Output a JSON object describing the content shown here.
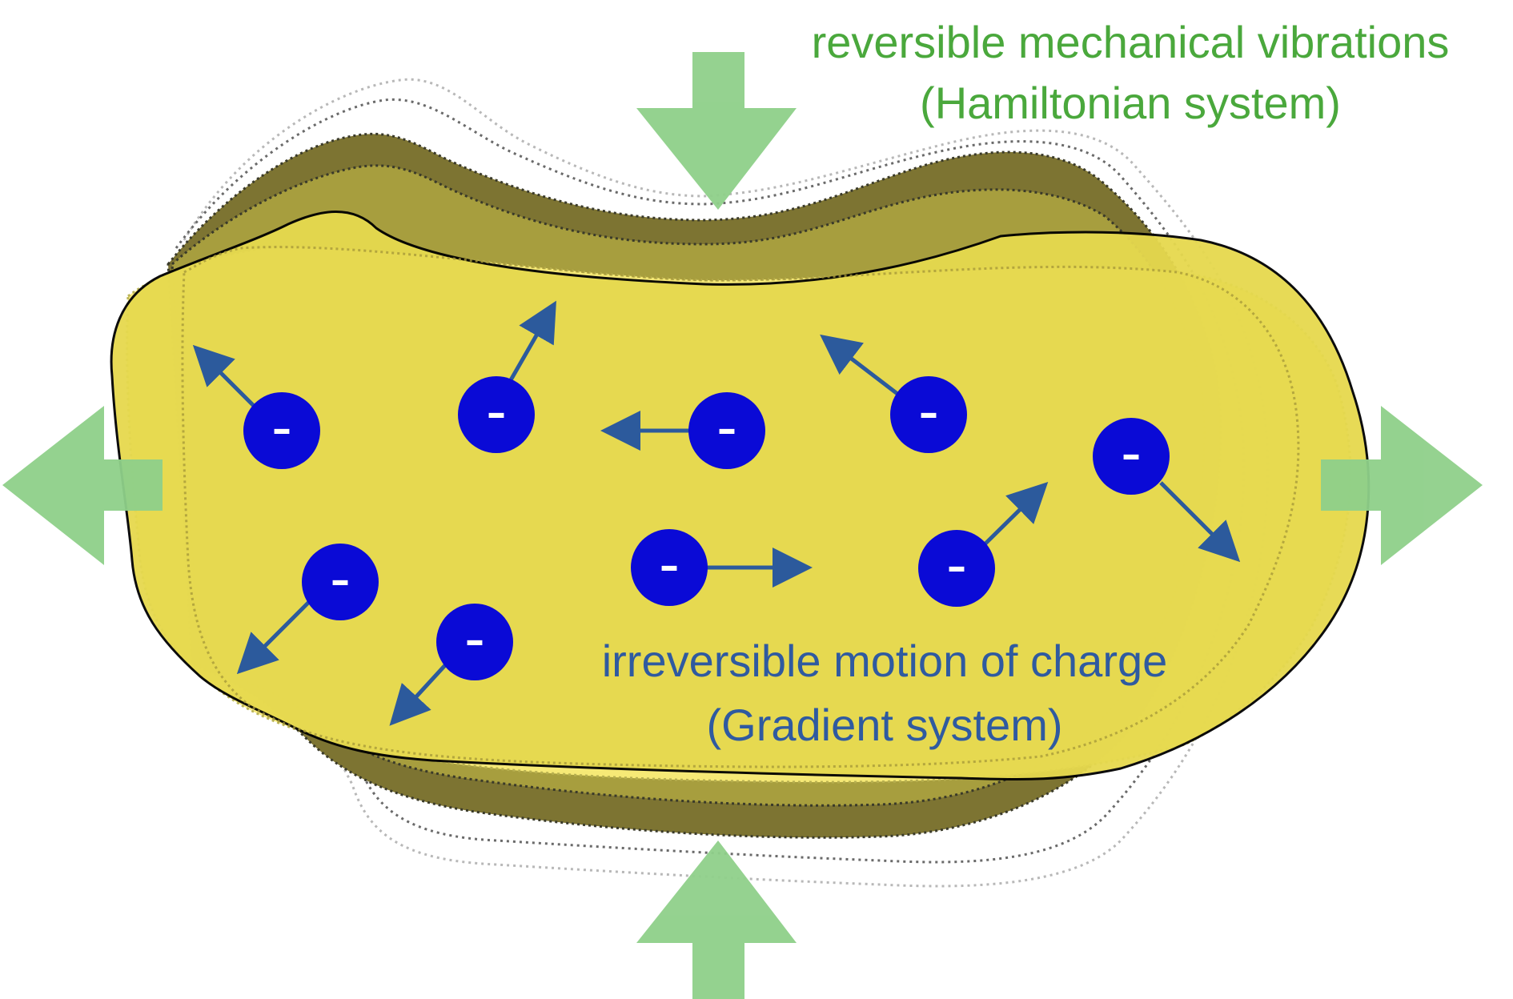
{
  "labels": {
    "top_line1": "reversible mechanical vibrations",
    "top_line2": "(Hamiltonian system)",
    "bottom_line1": "irreversible motion of charge",
    "bottom_line2": "(Gradient  system)"
  },
  "charge_symbol": "–",
  "colors": {
    "green_text": "#4aa83c",
    "blue_text": "#2f5aa0",
    "arrow_green": "#8fd08a",
    "body_yellow": "#e6d94e",
    "body_light_yellow": "#fbee7a",
    "body_dark_olive": "#7d7432",
    "body_mid_olive": "#a79e3e",
    "charge_fill": "#0a0ad6",
    "motion_arrow": "#2c5a9c"
  },
  "icons": {
    "force_arrow": "block-arrow-icon",
    "charge": "electron-icon",
    "velocity": "velocity-arrow-icon"
  }
}
